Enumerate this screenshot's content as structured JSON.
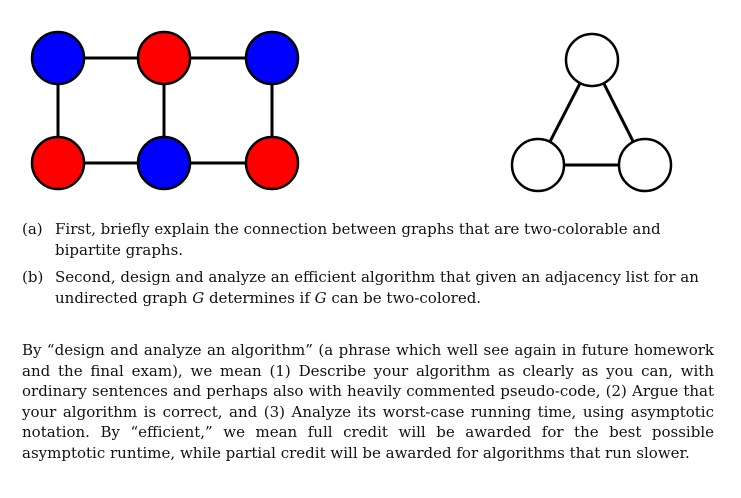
{
  "figure": {
    "colors": {
      "red": "#ff0000",
      "blue": "#0000ff",
      "uncolored": "#ffffff",
      "stroke": "#000000"
    },
    "left_graph": {
      "nodes": [
        {
          "id": "a",
          "color": "blue"
        },
        {
          "id": "b",
          "color": "red"
        },
        {
          "id": "c",
          "color": "blue"
        },
        {
          "id": "d",
          "color": "red"
        },
        {
          "id": "e",
          "color": "blue"
        },
        {
          "id": "f",
          "color": "red"
        }
      ],
      "edges": [
        [
          "a",
          "b"
        ],
        [
          "b",
          "c"
        ],
        [
          "a",
          "d"
        ],
        [
          "b",
          "e"
        ],
        [
          "c",
          "f"
        ],
        [
          "d",
          "e"
        ],
        [
          "e",
          "f"
        ]
      ]
    },
    "right_graph": {
      "nodes": [
        {
          "id": "t",
          "color": "uncolored"
        },
        {
          "id": "l",
          "color": "uncolored"
        },
        {
          "id": "r",
          "color": "uncolored"
        }
      ],
      "edges": [
        [
          "t",
          "l"
        ],
        [
          "t",
          "r"
        ],
        [
          "l",
          "r"
        ]
      ]
    }
  },
  "items": [
    {
      "marker": "(a)",
      "text": "First, briefly explain the connection between graphs that are two-colorable and bipartite graphs."
    },
    {
      "marker": "(b)",
      "text_before": "Second, design and analyze an efficient algorithm that given an adjacency list for an undirected graph ",
      "var1": "G",
      "text_middle": " determines if ",
      "var2": "G",
      "text_after": " can be two-colored."
    }
  ],
  "paragraph": "By “design and analyze an algorithm” (a phrase which well see again in future homework and the final exam), we mean (1) Describe your algorithm as clearly as you can, with ordinary sentences and perhaps also with heavily commented pseudo-code, (2) Argue that your algorithm is correct, and (3) Analyze its worst-case running time, using asymptotic notation. By “efficient,” we mean full credit will be awarded for the best possible asymptotic runtime, while partial credit will be awarded for algorithms that run slower."
}
